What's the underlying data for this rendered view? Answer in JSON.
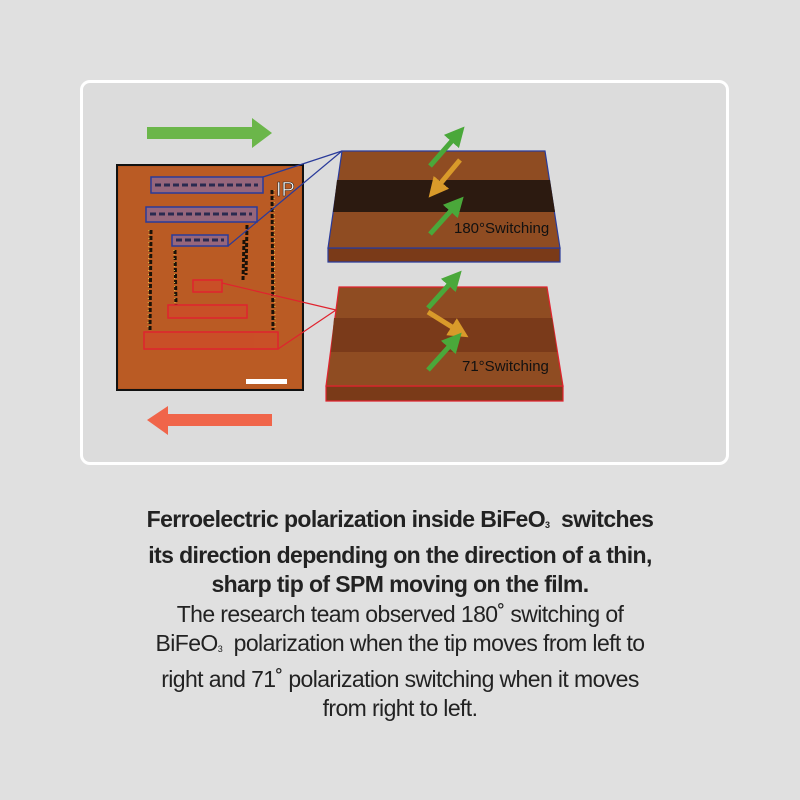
{
  "figure": {
    "image_label": "IP",
    "slab_top_label": "180°Switching",
    "slab_bottom_label": "71°Switching",
    "colors": {
      "green_arrow": "#6bb64a",
      "red_arrow": "#f0654a",
      "blue_box": "#2a3b9a",
      "red_box": "#e0232e",
      "film": "#8a4a22",
      "dark_band": "#2c1a10"
    }
  },
  "caption": {
    "bold_lines": [
      "Ferroelectric polarization inside BiFeO",
      "3",
      "  switches",
      "its direction depending on the direction of a thin,",
      "sharp tip of SPM moving on the film."
    ],
    "regular_lines": [
      "The research team observed 180˚ switching of",
      "BiFeO",
      "3",
      "  polarization when the tip moves from left to",
      "right and 71˚ polarization switching when it moves",
      "from right to left."
    ]
  }
}
